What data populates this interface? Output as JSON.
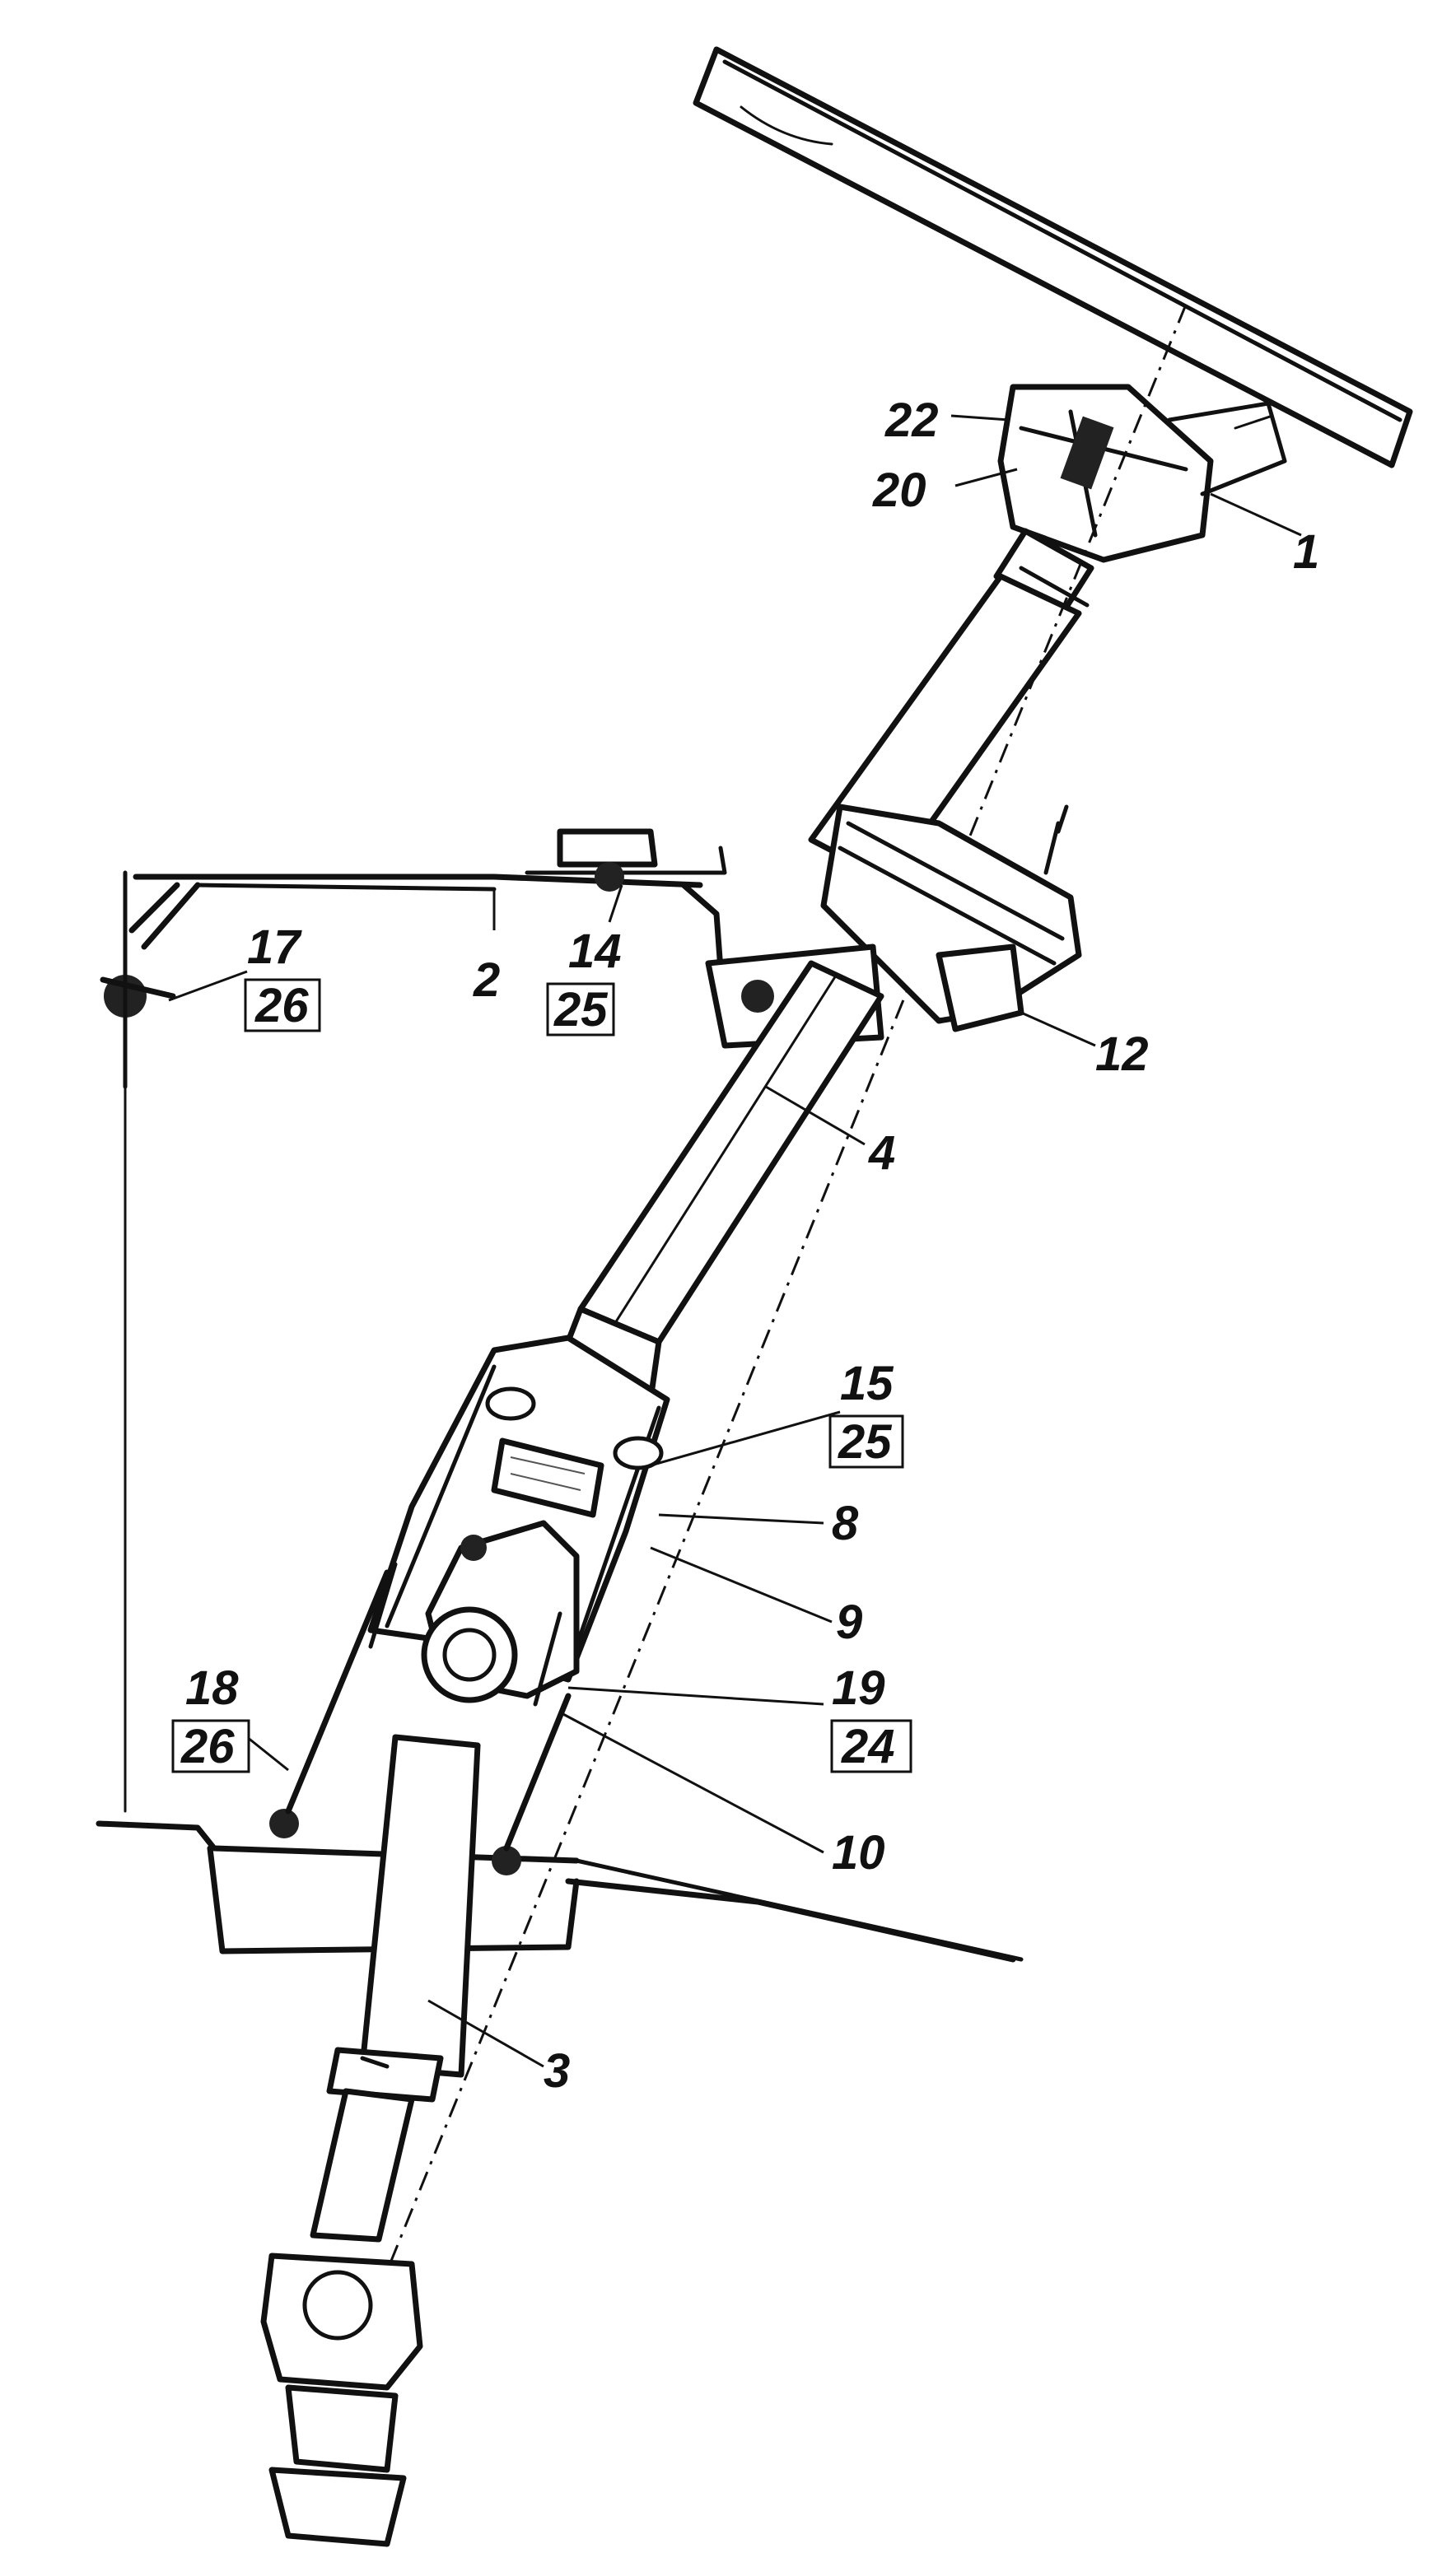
{
  "labels": {
    "l1": "1",
    "l2": "2",
    "l3": "3",
    "l4": "4",
    "l8": "8",
    "l9": "9",
    "l10": "10",
    "l12": "12",
    "l14": "14",
    "l15": "15",
    "l17": "17",
    "l18": "18",
    "l19": "19",
    "l20": "20",
    "l22": "22",
    "t14": "25",
    "t15": "25",
    "t17": "26",
    "t18": "26",
    "t19": "24"
  }
}
